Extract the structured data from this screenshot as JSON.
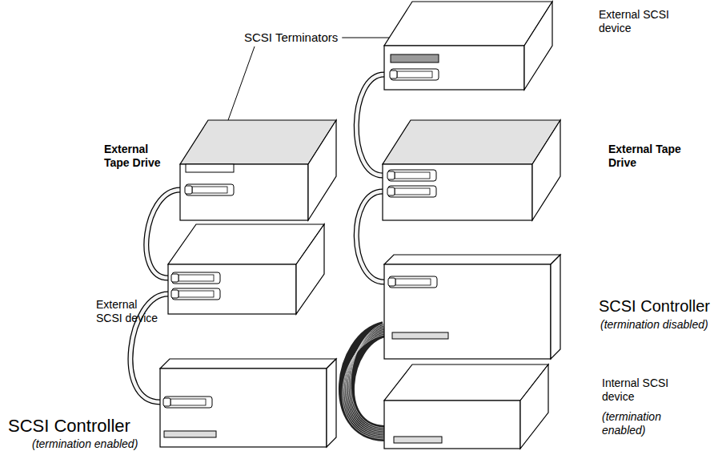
{
  "diagram": {
    "nodes": [
      {
        "text": [
          "External SCSI device"
        ]
      },
      {
        "text": [
          "External Tape Drive"
        ]
      },
      {
        "text": [
          "External Tape Drive"
        ]
      },
      {
        "text": [
          "External SCSI device"
        ]
      },
      {
        "text": [
          "SCSI Controller",
          "(termination disabled)"
        ]
      },
      {
        "text": [
          "Internal SCSI device",
          "(termination enabled)"
        ]
      },
      {
        "text": [
          "SCSI Controller",
          "(termination enabled)"
        ]
      }
    ],
    "edges": [
      {
        "from": 6,
        "to": 3,
        "arrow": "none"
      },
      {
        "from": 3,
        "to": 1,
        "arrow": "none"
      },
      {
        "from": 4,
        "to": 5,
        "arrow": "none"
      },
      {
        "from": 4,
        "to": 2,
        "arrow": "none"
      },
      {
        "from": 2,
        "to": 0,
        "arrow": "none"
      }
    ],
    "labels": [
      "SCSI Terminators"
    ]
  }
}
